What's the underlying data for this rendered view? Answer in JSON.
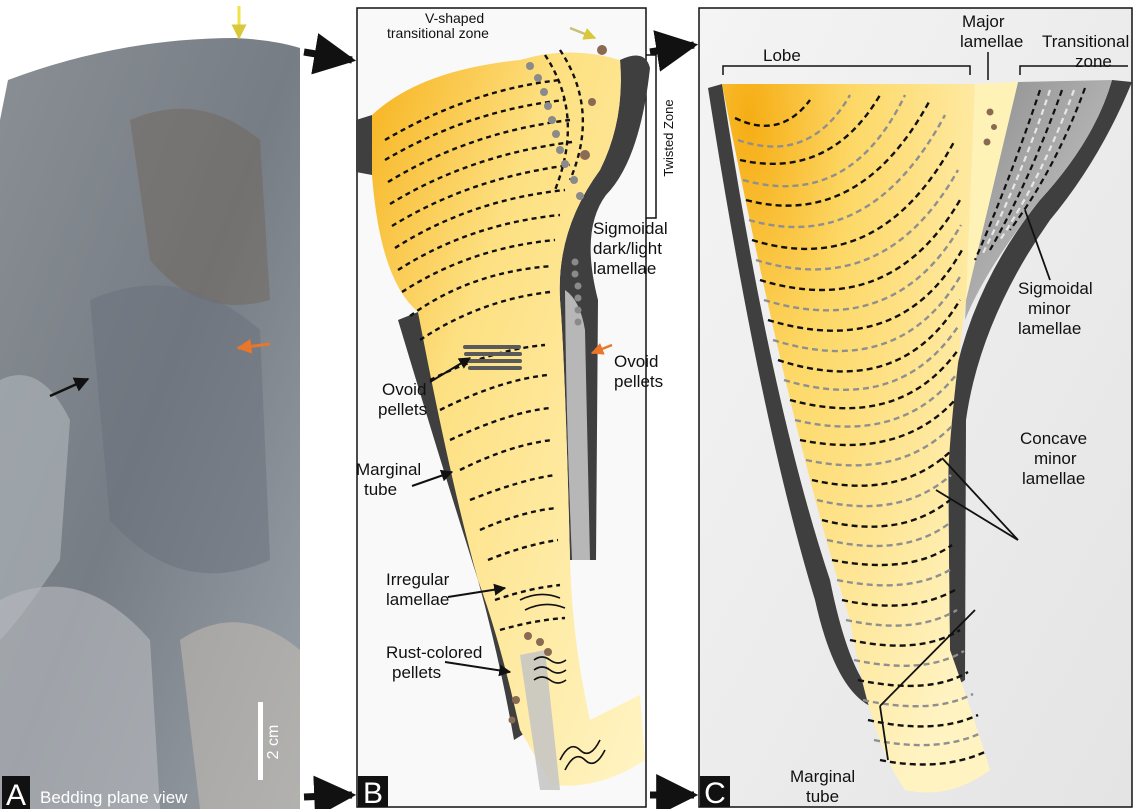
{
  "panels": {
    "a": {
      "letter": "A",
      "caption": "Bedding plane view",
      "scale": "2 cm"
    },
    "b": {
      "letter": "B",
      "labels": {
        "v_zone_1": "V-shaped",
        "v_zone_2": "transitional zone",
        "twisted": "Twisted Zone",
        "sigmoidal_1": "Sigmoidal",
        "sigmoidal_2": "dark/light",
        "sigmoidal_3": "lamellae",
        "ovoid_right_1": "Ovoid",
        "ovoid_right_2": "pellets",
        "ovoid_left_1": "Ovoid",
        "ovoid_left_2": "pellets",
        "marginal_1": "Marginal",
        "marginal_2": "tube",
        "irregular_1": "Irregular",
        "irregular_2": "lamellae",
        "rust_1": "Rust-colored",
        "rust_2": "pellets"
      }
    },
    "c": {
      "letter": "C",
      "labels": {
        "lobe": "Lobe",
        "major_1": "Major",
        "major_2": "lamellae",
        "transitional_1": "Transitional",
        "transitional_2": "zone",
        "sigmoidal_1": "Sigmoidal",
        "sigmoidal_2": "minor",
        "sigmoidal_3": "lamellae",
        "concave_1": "Concave",
        "concave_2": "minor",
        "concave_3": "lamellae",
        "marginal_1": "Marginal",
        "marginal_2": "tube"
      }
    }
  },
  "colors": {
    "tube": "#3f3f3f",
    "lobe_dark": "#f6b31a",
    "lobe_light": "#fff1b8",
    "arrow_yellow": "#f2e24a",
    "arrow_orange": "#e8762b",
    "pellet_rust": "#8a6a52"
  }
}
